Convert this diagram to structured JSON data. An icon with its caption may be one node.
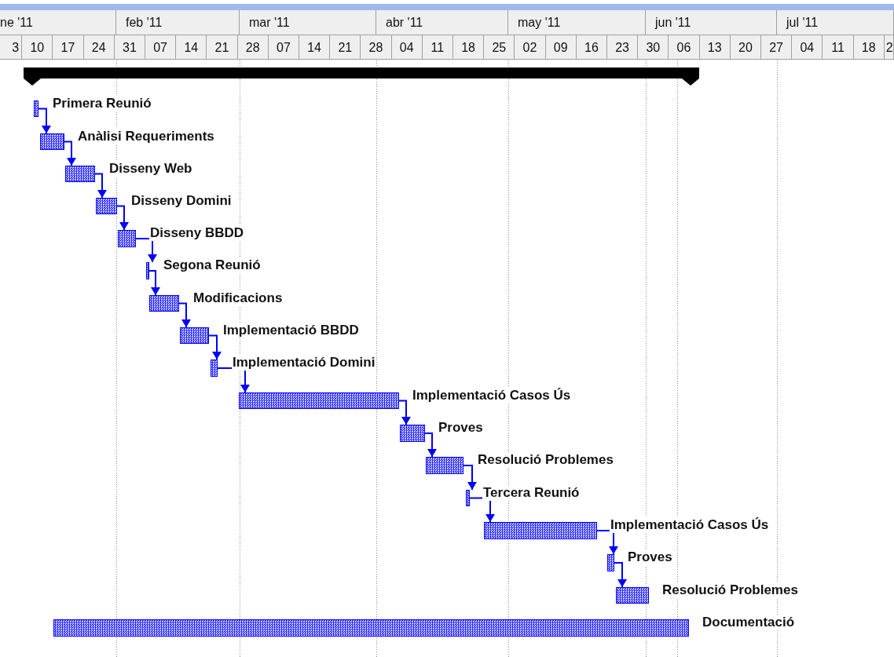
{
  "diagram": {
    "nodes": [
      {
        "text": [],
        "shape": "bar"
      },
      {
        "text": [],
        "shape": "bar",
        "beside": [
          "Primera Reunió"
        ]
      },
      {
        "text": [],
        "shape": "bar",
        "beside": [
          "Anàlisi Requeriments"
        ]
      },
      {
        "text": [],
        "shape": "bar",
        "beside": [
          "Disseny Web"
        ]
      },
      {
        "text": [],
        "shape": "bar",
        "beside": [
          "Disseny Domini"
        ]
      },
      {
        "text": [],
        "shape": "bar",
        "beside": [
          "Disseny BBDD"
        ]
      },
      {
        "text": [],
        "shape": "bar",
        "beside": [
          "Segona Reunió"
        ]
      },
      {
        "text": [],
        "shape": "bar",
        "beside": [
          "Modificacions"
        ]
      },
      {
        "text": [],
        "shape": "bar",
        "beside": [
          "Implementació BBDD"
        ]
      },
      {
        "text": [],
        "shape": "bar",
        "beside": [
          "Implementació Domini"
        ]
      },
      {
        "text": [],
        "shape": "bar",
        "beside": [
          "Implementació Casos Ús"
        ]
      },
      {
        "text": [],
        "shape": "bar",
        "beside": [
          "Proves"
        ]
      },
      {
        "text": [],
        "shape": "bar",
        "beside": [
          "Resolució Problemes"
        ]
      },
      {
        "text": [],
        "shape": "bar",
        "beside": [
          "Tercera Reunió"
        ]
      },
      {
        "text": [],
        "shape": "bar",
        "beside": [
          "Implementació Casos Ús"
        ]
      },
      {
        "text": [],
        "shape": "bar",
        "beside": [
          "Proves"
        ]
      },
      {
        "text": [],
        "shape": "bar",
        "beside": [
          "Resolució Problemes"
        ]
      },
      {
        "text": [],
        "shape": "bar",
        "beside": [
          "Documentació"
        ]
      }
    ],
    "edges": [
      {
        "from": 1,
        "to": 2,
        "arrow": "to"
      },
      {
        "from": 2,
        "to": 3,
        "arrow": "to"
      },
      {
        "from": 3,
        "to": 4,
        "arrow": "to"
      },
      {
        "from": 4,
        "to": 5,
        "arrow": "to"
      },
      {
        "from": 5,
        "to": 6,
        "arrow": "to"
      },
      {
        "from": 6,
        "to": 7,
        "arrow": "to"
      },
      {
        "from": 7,
        "to": 8,
        "arrow": "to"
      },
      {
        "from": 8,
        "to": 9,
        "arrow": "to"
      },
      {
        "from": 9,
        "to": 10,
        "arrow": "to"
      },
      {
        "from": 10,
        "to": 11,
        "arrow": "to"
      },
      {
        "from": 11,
        "to": 12,
        "arrow": "to"
      },
      {
        "from": 12,
        "to": 13,
        "arrow": "to"
      },
      {
        "from": 13,
        "to": 14,
        "arrow": "to"
      },
      {
        "from": 14,
        "to": 15,
        "arrow": "to"
      },
      {
        "from": 15,
        "to": 16,
        "arrow": "to"
      }
    ],
    "labels": [
      "ne '11",
      "feb '11",
      "mar '11",
      "abr '11",
      "may '11",
      "jun '11",
      "jul '11",
      "3",
      "10",
      "17",
      "24",
      "31",
      "07",
      "14",
      "21",
      "28",
      "07",
      "14",
      "21",
      "28",
      "04",
      "11",
      "18",
      "25",
      "02",
      "09",
      "16",
      "23",
      "30",
      "06",
      "13",
      "20",
      "27",
      "04",
      "11",
      "18",
      "2"
    ]
  }
}
